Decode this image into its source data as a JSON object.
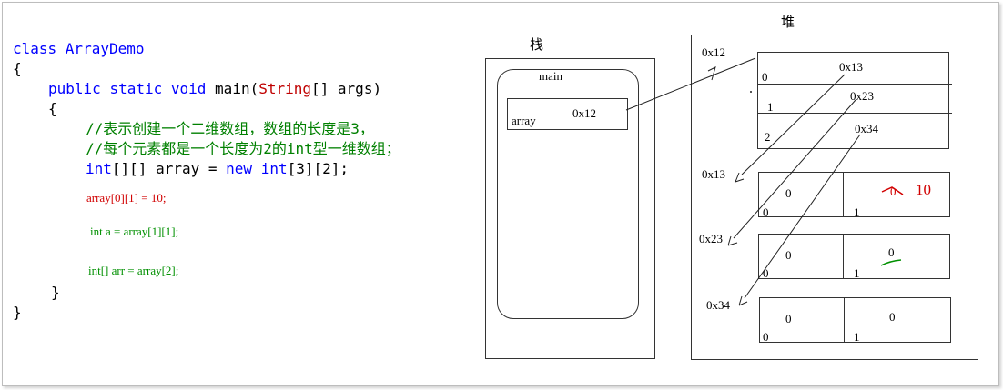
{
  "code": {
    "line1": "class ArrayDemo",
    "open_brace": "{",
    "main_public": "public",
    "main_static": "static",
    "main_void": "void",
    "main_name": "main(",
    "main_string": "String",
    "main_args": "[] args)",
    "inner_open": "{",
    "comment1": "//表示创建一个二维数组，数组的长度是3，",
    "comment2": "//每个元素都是一个长度为2的int型一维数组；",
    "decl_type": "int",
    "decl_mid": "[][] array = ",
    "decl_new": "new",
    "decl_int": "int",
    "decl_end": "[3][2];",
    "stmt1": "array[0][1] = 10;",
    "stmt2": "int a = array[1][1];",
    "stmt3": "int[] arr = array[2];",
    "inner_close": "}",
    "close_brace": "}"
  },
  "stack": {
    "title": "栈",
    "frame_label": "main",
    "var_name": "array",
    "var_value": "0x12"
  },
  "heap": {
    "title": "堆",
    "outer_addr": "0x12",
    "outer_indices": [
      "0",
      "1",
      "2"
    ],
    "outer_values": [
      "0x13",
      "0x23",
      "0x34"
    ],
    "inner_arrays": [
      {
        "addr": "0x13",
        "values": [
          "0",
          "10"
        ],
        "indices": [
          "0",
          "1"
        ]
      },
      {
        "addr": "0x23",
        "values": [
          "0",
          "0"
        ],
        "indices": [
          "0",
          "1"
        ]
      },
      {
        "addr": "0x34",
        "values": [
          "0",
          "0"
        ],
        "indices": [
          "0",
          "1"
        ]
      }
    ],
    "handwritten_overwritten_value": "0"
  }
}
